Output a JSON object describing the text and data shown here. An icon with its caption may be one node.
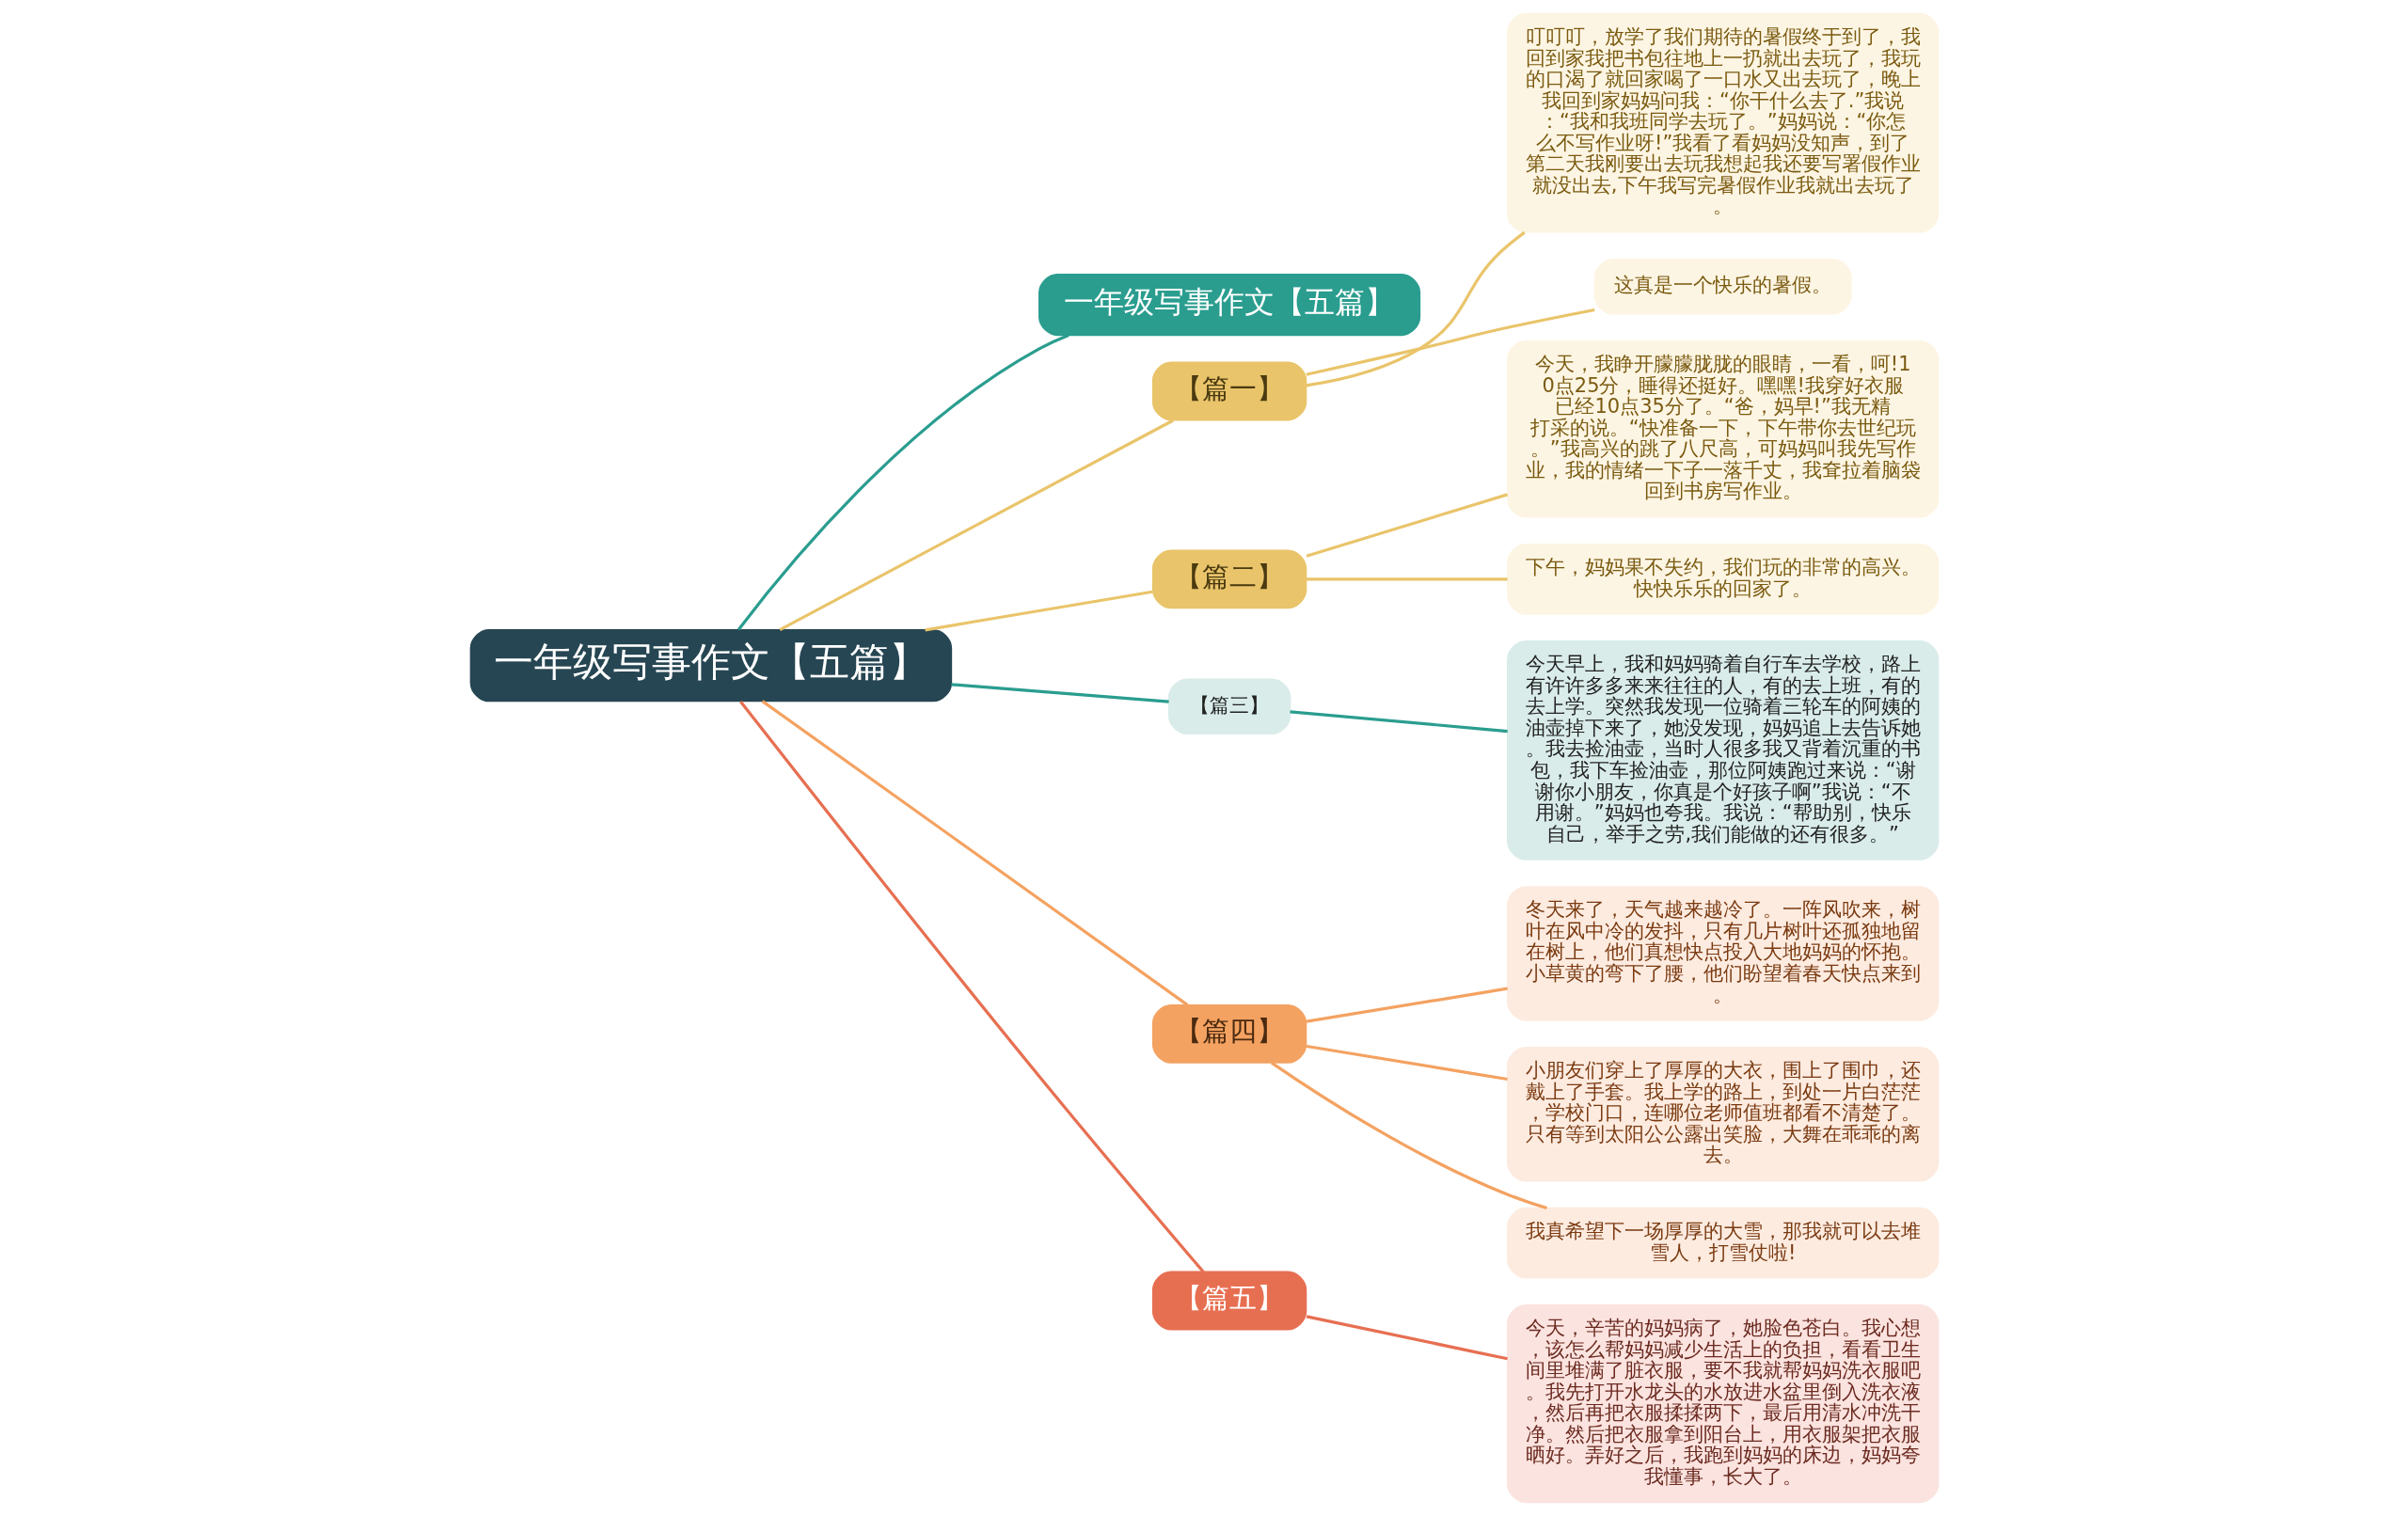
{
  "diagram": {
    "nodes": [
      {
        "text": [
          "一年级写事作文【五篇】"
        ]
      },
      {
        "text": [
          "一年级写事作文【五篇】"
        ]
      },
      {
        "text": [
          "【篇一】"
        ]
      },
      {
        "text": [
          "叮叮叮，放学了我们期待的暑假终于到了，我回到家我把书包往地上一扔就出去玩了，我玩的口渴了就回家喝了一口水又出去玩了，晚上我回到家妈妈问我：“你干什么去了.”我说：“我和我班同学去玩了。”妈妈说：“你怎么不写作业呀!”我看了看妈妈没知声，到了第二天我刚要出去玩我想起我还要写署假作业就没出去,下午我写完暑假作业我就出去玩了。"
        ]
      },
      {
        "text": [
          "这真是一个快乐的暑假。"
        ]
      },
      {
        "text": [
          "【篇二】"
        ]
      },
      {
        "text": [
          "今天，我睁开朦朦胧胧的眼睛，一看，呵!10点25分，睡得还挺好。嘿嘿!我穿好衣服已经10点35分了。“爸，妈早!”我无精打采的说。“快准备一下，下午带你去世纪玩。”我高兴的跳了八尺高，可妈妈叫我先写作业，我的情绪一下子一落千丈，我耷拉着脑袋回到书房写作业。"
        ]
      },
      {
        "text": [
          "下午，妈妈果不失约，我们玩的非常的高兴。快快乐乐的回家了。"
        ]
      },
      {
        "text": [
          "【篇三】"
        ]
      },
      {
        "text": [
          "今天早上，我和妈妈骑着自行车去学校，路上有许许多多来来往往的人，有的去上班，有的去上学。突然我发现一位骑着三轮车的阿姨的油壶掉下来了，她没发现，妈妈追上去告诉她。我去捡油壶，当时人很多我又背着沉重的书包，我下车捡油壶，那位阿姨跑过来说：“谢谢你小朋友，你真是个好孩子啊”我说：“不用谢。”妈妈也夸我。我说：“帮助别，快乐自己，举手之劳,我们能做的还有很多。”"
        ]
      },
      {
        "text": [
          "【篇四】"
        ]
      },
      {
        "text": [
          "冬天来了，天气越来越冷了。一阵风吹来，树叶在风中冷的发抖，只有几片树叶还孤独地留在树上，他们真想快点投入大地妈妈的怀抱。小草黄的弯下了腰，他们盼望着春天快点来到。"
        ]
      },
      {
        "text": [
          "小朋友们穿上了厚厚的大衣，围上了围巾，还戴上了手套。我上学的路上，到处一片白茫茫，学校门口，连哪位老师值班都看不清楚了。只有等到太阳公公露出笑脸，大舞在乖乖的离去。"
        ]
      },
      {
        "text": [
          "我真希望下一场厚厚的大雪，那我就可以去堆雪人，打雪仗啦!"
        ]
      },
      {
        "text": [
          "【篇五】"
        ]
      },
      {
        "text": [
          "今天，辛苦的妈妈病了，她脸色苍白。我心想，该怎么帮妈妈减少生活上的负担，看看卫生间里堆满了脏衣服，要不我就帮妈妈洗衣服吧。我先打开水龙头的水放进水盆里倒入洗衣液，然后再把衣服揉揉两下，最后用清水冲洗干净。然后把衣服拿到阳台上，用衣服架把衣服晒好。弄好之后，我跑到妈妈的床边，妈妈夸我懂事，长大了。"
        ]
      }
    ],
    "edges": [
      {
        "from": 0,
        "to": 1,
        "arrow": "none",
        "color": "#2a9d8f"
      },
      {
        "from": 0,
        "to": 2,
        "arrow": "none",
        "color": "#e9c46a"
      },
      {
        "from": 2,
        "to": 3,
        "arrow": "none",
        "color": "#e9c46a"
      },
      {
        "from": 2,
        "to": 4,
        "arrow": "none",
        "color": "#e9c46a"
      },
      {
        "from": 0,
        "to": 5,
        "arrow": "none",
        "color": "#e9c46a"
      },
      {
        "from": 5,
        "to": 6,
        "arrow": "none",
        "color": "#e9c46a"
      },
      {
        "from": 5,
        "to": 7,
        "arrow": "none",
        "color": "#e9c46a"
      },
      {
        "from": 0,
        "to": 8,
        "arrow": "none",
        "color": "#2a9d8f"
      },
      {
        "from": 8,
        "to": 9,
        "arrow": "none",
        "color": "#2a9d8f"
      },
      {
        "from": 0,
        "to": 10,
        "arrow": "none",
        "color": "#f4a261"
      },
      {
        "from": 10,
        "to": 11,
        "arrow": "none",
        "color": "#f4a261"
      },
      {
        "from": 10,
        "to": 12,
        "arrow": "none",
        "color": "#f4a261"
      },
      {
        "from": 10,
        "to": 13,
        "arrow": "none",
        "color": "#f4a261"
      },
      {
        "from": 0,
        "to": 14,
        "arrow": "none",
        "color": "#e76f51"
      },
      {
        "from": 14,
        "to": 15,
        "arrow": "none",
        "color": "#e76f51"
      }
    ]
  }
}
